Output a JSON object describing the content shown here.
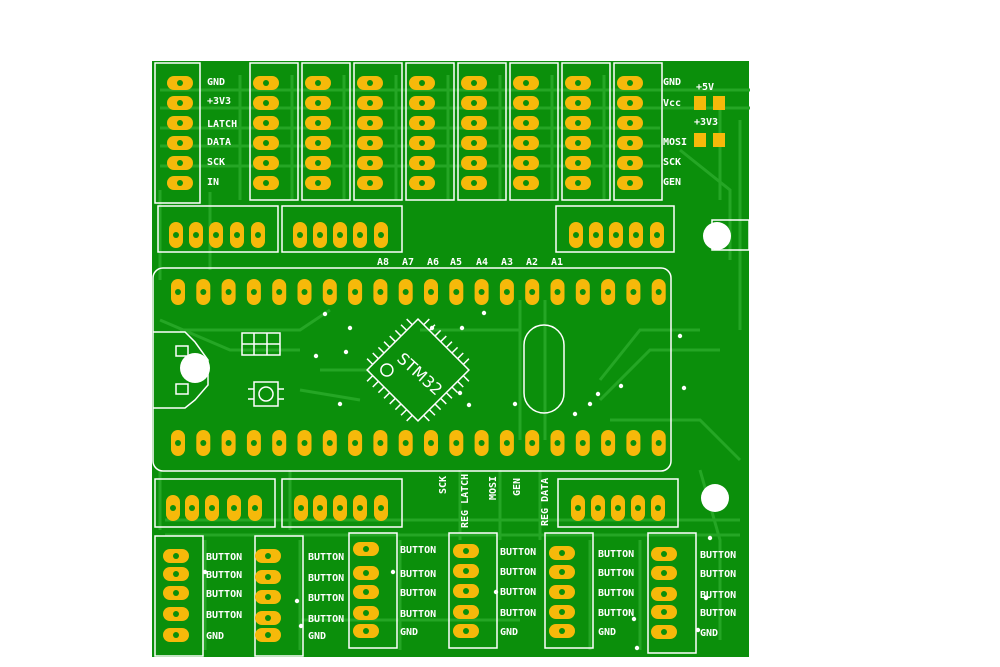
{
  "board": {
    "colors": {
      "substrate": "#0b8f0b",
      "trace": "#25a625",
      "pad": "#f6b90a",
      "silkscreen": "#ffffff",
      "background": "#ffffff"
    }
  },
  "top_header_labels": [
    "GND",
    "+3V3",
    "LATCH",
    "DATA",
    "SCK",
    "IN"
  ],
  "right_header_labels": [
    "GND",
    "Vcc",
    "MOSI",
    "SCK",
    "GEN"
  ],
  "power_labels": {
    "plus5": "+5V",
    "plus3v3": "+3V3"
  },
  "mcu_label": "STM32",
  "analog_labels": [
    "A8",
    "A7",
    "A6",
    "A5",
    "A4",
    "A3",
    "A2",
    "A1"
  ],
  "signal_labels": [
    "SCK",
    "REG LATCH",
    "MOSI",
    "GEN",
    "REG DATA"
  ],
  "button_groups": [
    [
      "BUTTON",
      "BUTTON",
      "BUTTON",
      "BUTTON",
      "GND"
    ],
    [
      "BUTTON",
      "BUTTON",
      "BUTTON",
      "BUTTON",
      "GND"
    ],
    [
      "BUTTON",
      "BUTTON",
      "BUTTON",
      "BUTTON",
      "GND"
    ],
    [
      "BUTTON",
      "BUTTON",
      "BUTTON",
      "BUTTON",
      "GND"
    ],
    [
      "BUTTON",
      "BUTTON",
      "BUTTON",
      "BUTTON",
      "GND"
    ],
    [
      "BUTTON",
      "BUTTON",
      "BUTTON",
      "BUTTON",
      "GND"
    ]
  ]
}
